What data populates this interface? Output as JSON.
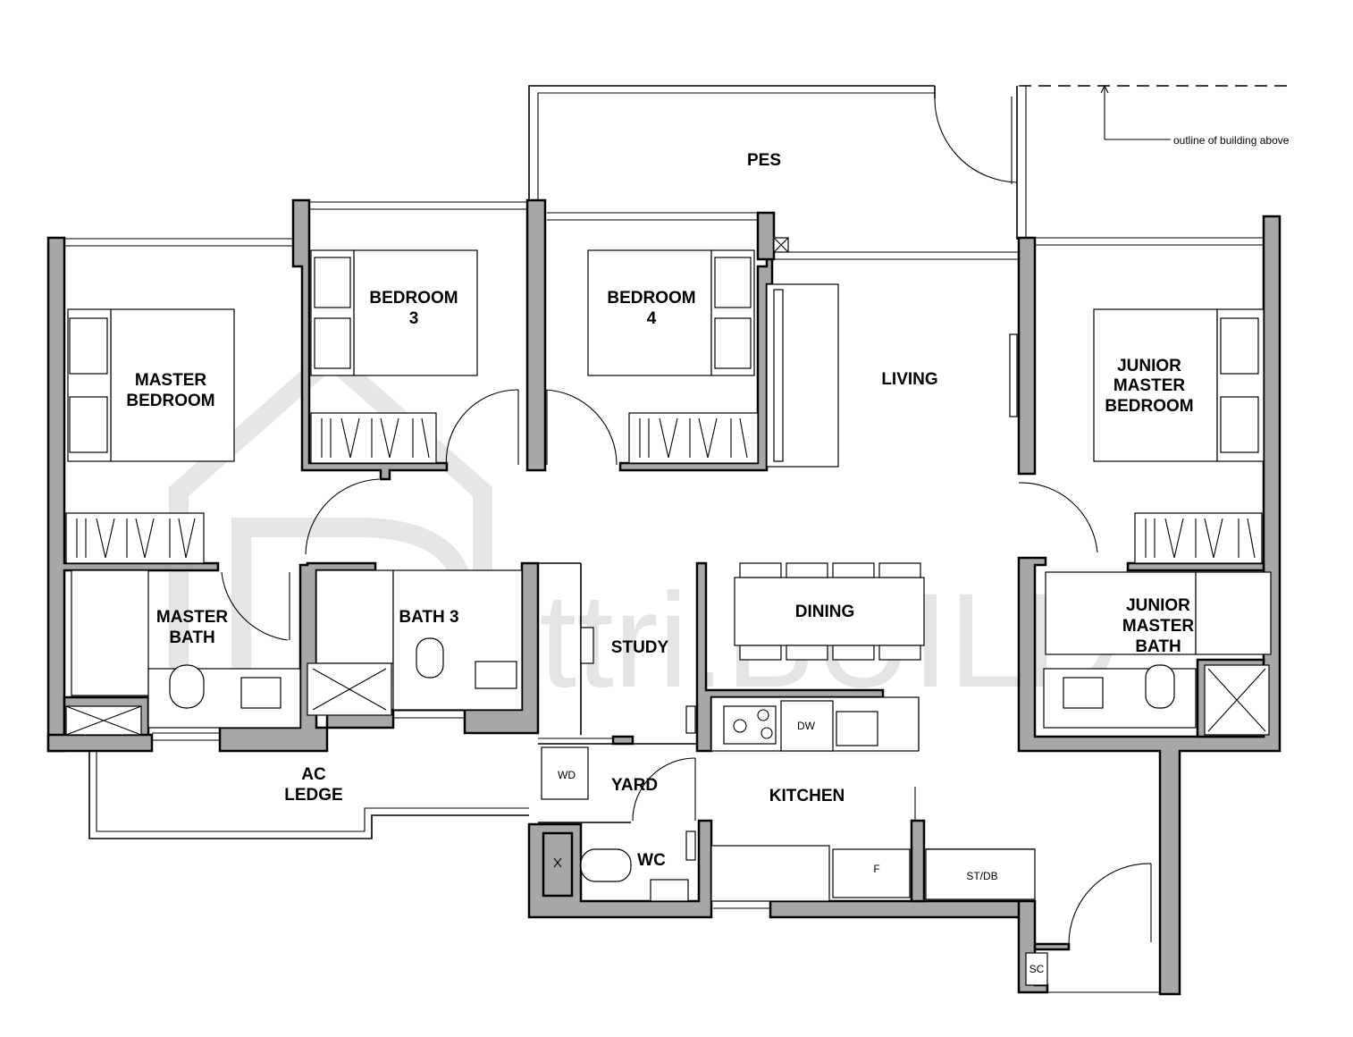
{
  "rooms": {
    "pes": "PES",
    "bedroom3": [
      "BEDROOM",
      "3"
    ],
    "bedroom4": [
      "BEDROOM",
      "4"
    ],
    "master_bedroom": [
      "MASTER",
      "BEDROOM"
    ],
    "living": "LIVING",
    "junior_master_bedroom": [
      "JUNIOR",
      "MASTER",
      "BEDROOM"
    ],
    "master_bath": [
      "MASTER",
      "BATH"
    ],
    "bath3": "BATH 3",
    "study": "STUDY",
    "dining": "DINING",
    "junior_master_bath": [
      "JUNIOR",
      "MASTER",
      "BATH"
    ],
    "ac_ledge": [
      "AC",
      "LEDGE"
    ],
    "yard": "YARD",
    "kitchen": "KITCHEN",
    "wc": "WC"
  },
  "fixtures": {
    "dw": "DW",
    "wd": "WD",
    "f": "F",
    "stdb": "ST/DB",
    "sc": "SC"
  },
  "annotation": "outline of building above",
  "watermark": "attri.BUILD"
}
